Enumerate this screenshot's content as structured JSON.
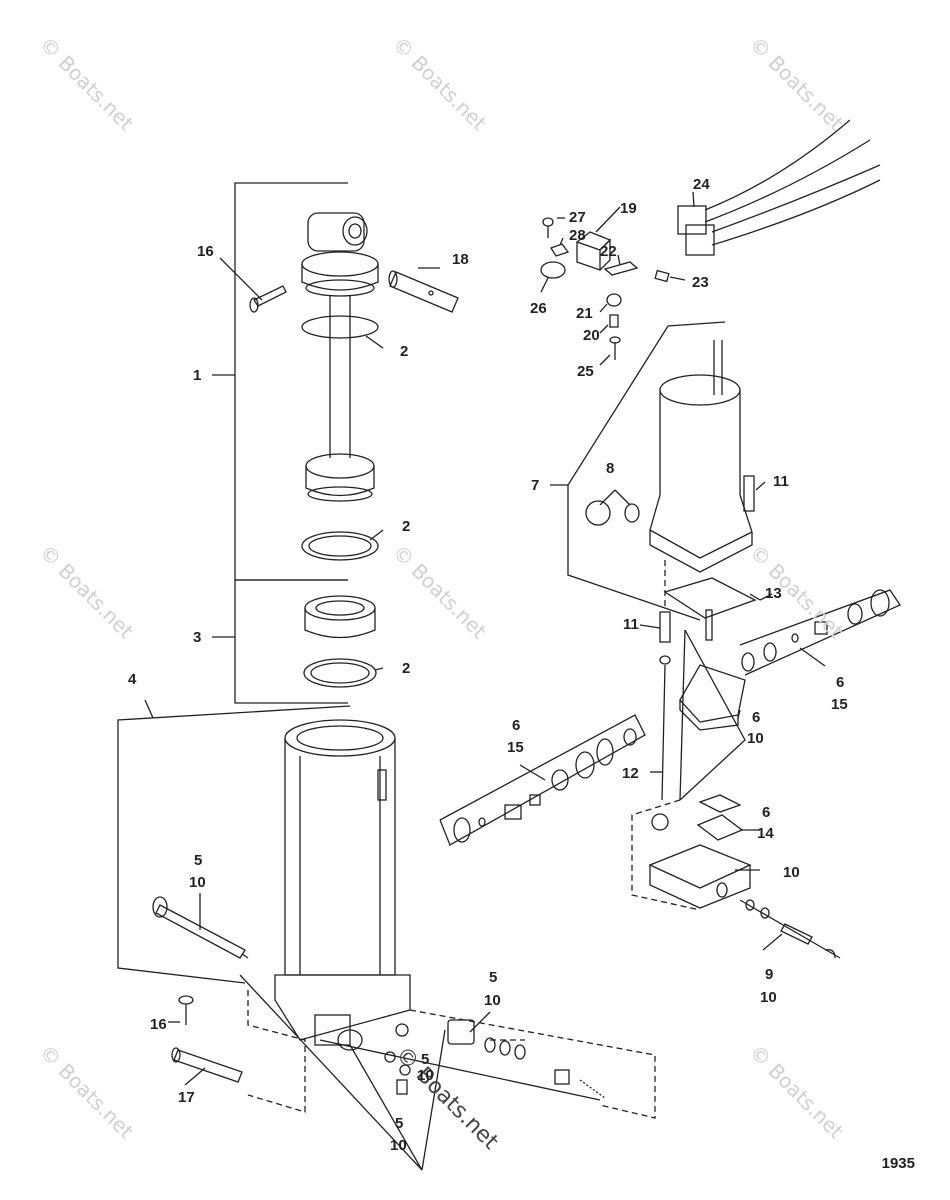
{
  "watermark": "© Boats.net",
  "center_watermark": "© Boats.net",
  "figure_number": "1935",
  "callouts": [
    {
      "id": "c1",
      "text": "1"
    },
    {
      "id": "c2a",
      "text": "2"
    },
    {
      "id": "c2b",
      "text": "2"
    },
    {
      "id": "c2c",
      "text": "2"
    },
    {
      "id": "c3",
      "text": "3"
    },
    {
      "id": "c4",
      "text": "4"
    },
    {
      "id": "c5a",
      "text": "5"
    },
    {
      "id": "c10a",
      "text": "10"
    },
    {
      "id": "c5b",
      "text": "5"
    },
    {
      "id": "c10b",
      "text": "10"
    },
    {
      "id": "c5c",
      "text": "5"
    },
    {
      "id": "c10c",
      "text": "10"
    },
    {
      "id": "c5d",
      "text": "5"
    },
    {
      "id": "c10d",
      "text": "10"
    },
    {
      "id": "c6a",
      "text": "6"
    },
    {
      "id": "c15a",
      "text": "15"
    },
    {
      "id": "c6b",
      "text": "6"
    },
    {
      "id": "c15b",
      "text": "15"
    },
    {
      "id": "c6c",
      "text": "6"
    },
    {
      "id": "c10e",
      "text": "10"
    },
    {
      "id": "c6d",
      "text": "6"
    },
    {
      "id": "c14",
      "text": "14"
    },
    {
      "id": "c7",
      "text": "7"
    },
    {
      "id": "c8",
      "text": "8"
    },
    {
      "id": "c9",
      "text": "9"
    },
    {
      "id": "c10f",
      "text": "10"
    },
    {
      "id": "c10g",
      "text": "10"
    },
    {
      "id": "c11a",
      "text": "11"
    },
    {
      "id": "c11b",
      "text": "11"
    },
    {
      "id": "c12",
      "text": "12"
    },
    {
      "id": "c13",
      "text": "13"
    },
    {
      "id": "c16a",
      "text": "16"
    },
    {
      "id": "c16b",
      "text": "16"
    },
    {
      "id": "c17",
      "text": "17"
    },
    {
      "id": "c18",
      "text": "18"
    },
    {
      "id": "c19",
      "text": "19"
    },
    {
      "id": "c20",
      "text": "20"
    },
    {
      "id": "c21",
      "text": "21"
    },
    {
      "id": "c22",
      "text": "22"
    },
    {
      "id": "c23",
      "text": "23"
    },
    {
      "id": "c24",
      "text": "24"
    },
    {
      "id": "c25",
      "text": "25"
    },
    {
      "id": "c26",
      "text": "26"
    },
    {
      "id": "c27",
      "text": "27"
    },
    {
      "id": "c28",
      "text": "28"
    }
  ]
}
